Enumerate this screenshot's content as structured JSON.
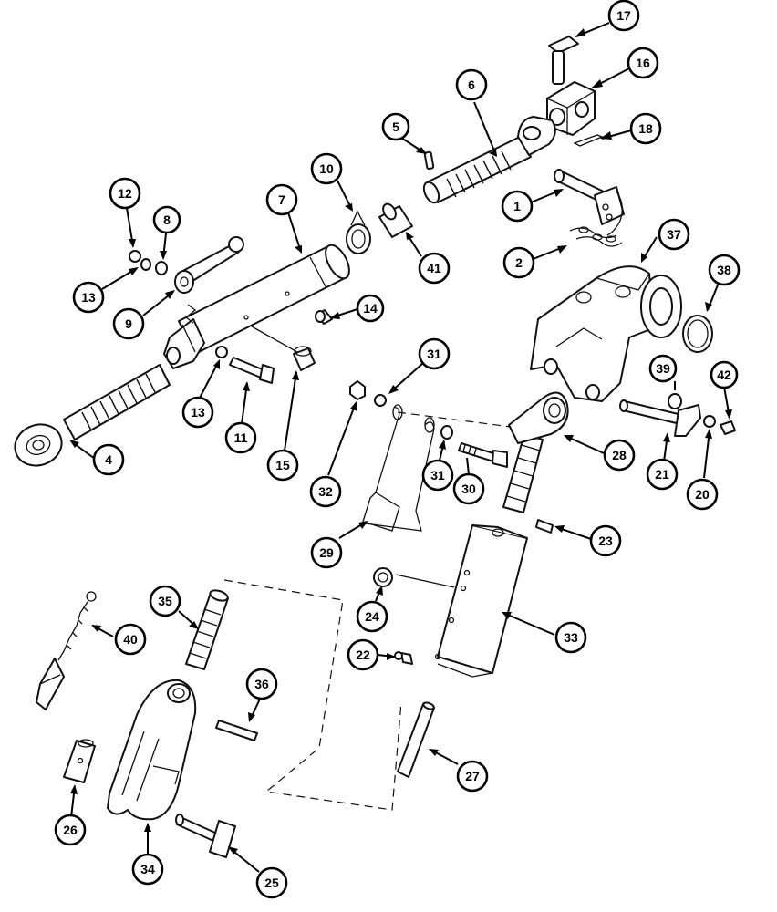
{
  "callouts": [
    {
      "id": "17",
      "label": "17"
    },
    {
      "id": "16",
      "label": "16"
    },
    {
      "id": "6",
      "label": "6"
    },
    {
      "id": "5",
      "label": "5"
    },
    {
      "id": "18",
      "label": "18"
    },
    {
      "id": "10",
      "label": "10"
    },
    {
      "id": "7",
      "label": "7"
    },
    {
      "id": "12",
      "label": "12"
    },
    {
      "id": "8",
      "label": "8"
    },
    {
      "id": "1",
      "label": "1"
    },
    {
      "id": "37",
      "label": "37"
    },
    {
      "id": "2",
      "label": "2"
    },
    {
      "id": "41",
      "label": "41"
    },
    {
      "id": "38",
      "label": "38"
    },
    {
      "id": "13a",
      "label": "13"
    },
    {
      "id": "9",
      "label": "9"
    },
    {
      "id": "14",
      "label": "14"
    },
    {
      "id": "31a",
      "label": "31"
    },
    {
      "id": "39",
      "label": "39"
    },
    {
      "id": "42",
      "label": "42"
    },
    {
      "id": "13b",
      "label": "13"
    },
    {
      "id": "11",
      "label": "11"
    },
    {
      "id": "4",
      "label": "4"
    },
    {
      "id": "15",
      "label": "15"
    },
    {
      "id": "28",
      "label": "28"
    },
    {
      "id": "31b",
      "label": "31"
    },
    {
      "id": "30",
      "label": "30"
    },
    {
      "id": "21",
      "label": "21"
    },
    {
      "id": "32",
      "label": "32"
    },
    {
      "id": "20",
      "label": "20"
    },
    {
      "id": "29",
      "label": "29"
    },
    {
      "id": "23",
      "label": "23"
    },
    {
      "id": "35",
      "label": "35"
    },
    {
      "id": "24",
      "label": "24"
    },
    {
      "id": "40",
      "label": "40"
    },
    {
      "id": "33",
      "label": "33"
    },
    {
      "id": "22",
      "label": "22"
    },
    {
      "id": "36",
      "label": "36"
    },
    {
      "id": "27",
      "label": "27"
    },
    {
      "id": "26",
      "label": "26"
    },
    {
      "id": "34",
      "label": "34"
    },
    {
      "id": "25",
      "label": "25"
    }
  ]
}
